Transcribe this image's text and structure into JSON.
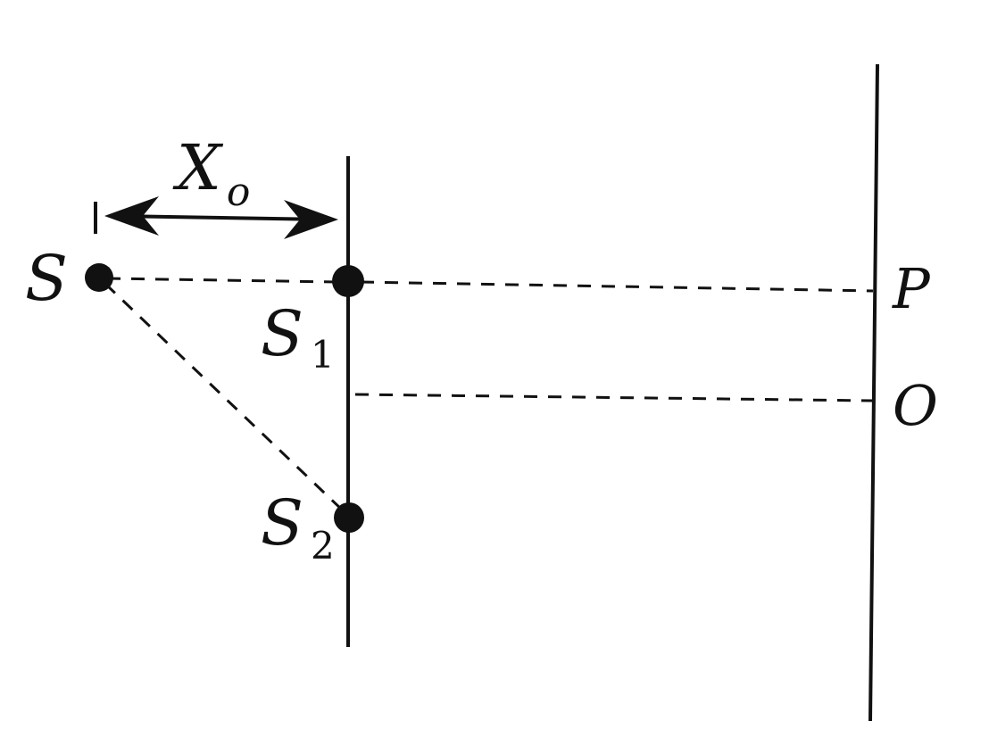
{
  "labels": {
    "source": "S",
    "slit1_main": "S",
    "slit1_sub": "1",
    "slit2_main": "S",
    "slit2_sub": "2",
    "point_p": "P",
    "point_o": "O",
    "distance_main": "X",
    "distance_sub": "o"
  },
  "colors": {
    "ink": "#111111",
    "background": "#ffffff"
  }
}
